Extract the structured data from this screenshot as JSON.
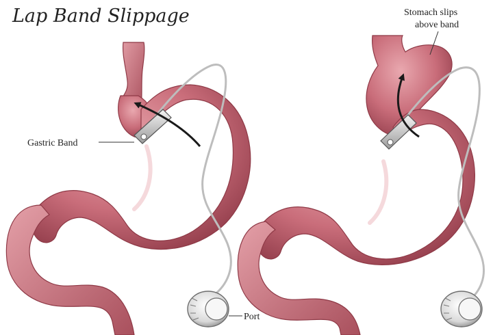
{
  "title": "Lap Band Slippage",
  "labels": {
    "gastric_band": "Gastric Band",
    "port": "Port",
    "stomach_slips_line1": "Stomach slips",
    "stomach_slips_line2": "above band"
  },
  "colors": {
    "tissue": "#c76b78",
    "tissue_dark": "#8e3946",
    "tissue_highlight": "#e7a3ab",
    "band": "#d8d8d8",
    "port": "#e6e6e6",
    "arrow": "#1a1a1a"
  },
  "panels": [
    {
      "name": "normal-position",
      "band": "Gastric Band",
      "port": "Port"
    },
    {
      "name": "slipped-position",
      "annotation": "Stomach slips above band"
    }
  ]
}
